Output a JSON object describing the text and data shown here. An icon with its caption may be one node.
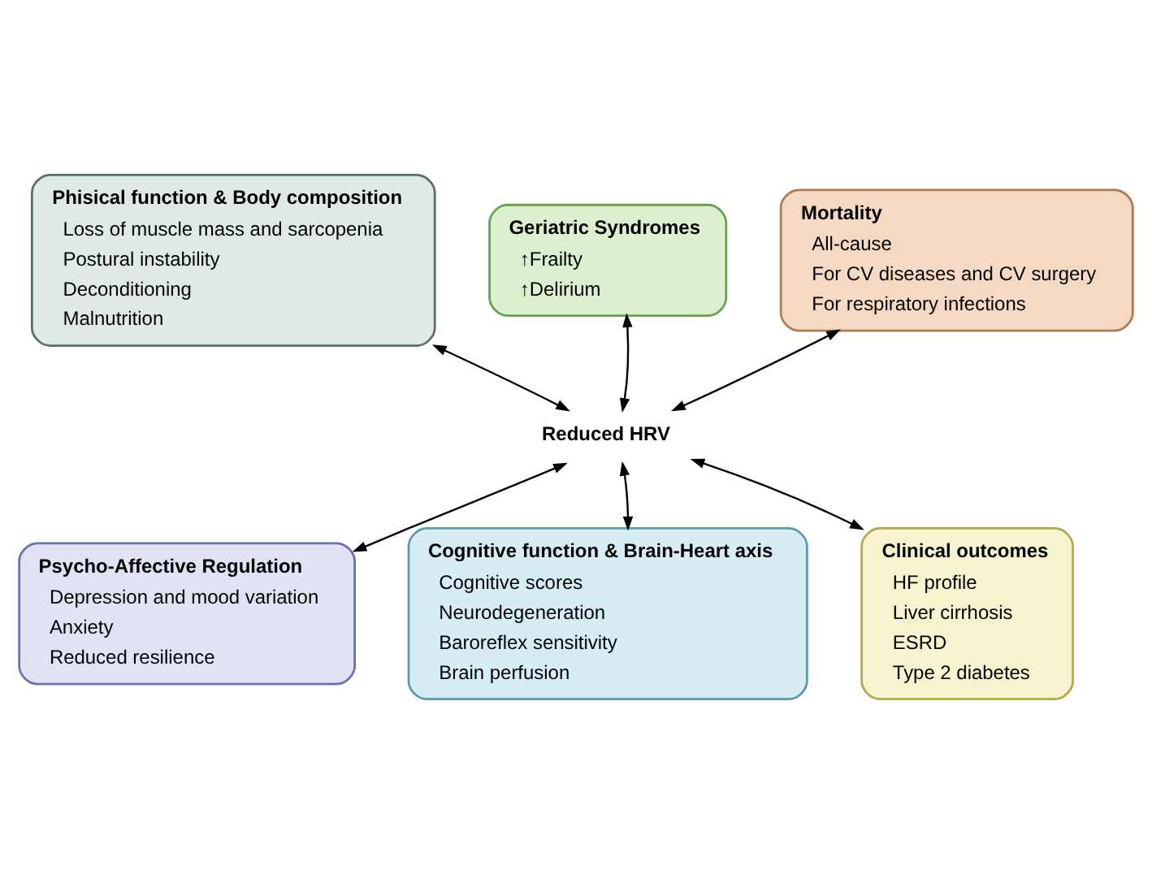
{
  "diagram": {
    "nodes": [
      {
        "text": [
          "Phisical function & Body composition",
          "Loss of muscle mass and sarcopenia",
          "Postural instability",
          "Deconditioning",
          "Malnutrition"
        ]
      },
      {
        "text": [
          "Geriatric Syndromes",
          "↑Frailty",
          "↑Delirium"
        ]
      },
      {
        "text": [
          "Mortality",
          "All-cause",
          "For CV diseases and CV surgery",
          "For respiratory infections"
        ]
      },
      {
        "text": [
          "Reduced HRV"
        ]
      },
      {
        "text": [
          "Psycho-Affective Regulation",
          "Depression and mood variation",
          "Anxiety",
          "Reduced resilience"
        ]
      },
      {
        "text": [
          "Cognitive function & Brain-Heart axis",
          "Cognitive scores",
          "Neurodegeneration",
          "Baroreflex sensitivity",
          "Brain perfusion"
        ]
      },
      {
        "text": [
          "Clinical outcomes",
          "HF profile",
          "Liver cirrhosis",
          "ESRD",
          "Type 2 diabetes"
        ]
      }
    ],
    "edges": [
      {
        "from": 3,
        "to": 0,
        "arrow": "both"
      },
      {
        "from": 3,
        "to": 1,
        "arrow": "both"
      },
      {
        "from": 3,
        "to": 2,
        "arrow": "both"
      },
      {
        "from": 3,
        "to": 4,
        "arrow": "both"
      },
      {
        "from": 3,
        "to": 5,
        "arrow": "both"
      },
      {
        "from": 3,
        "to": 6,
        "arrow": "both"
      }
    ]
  }
}
